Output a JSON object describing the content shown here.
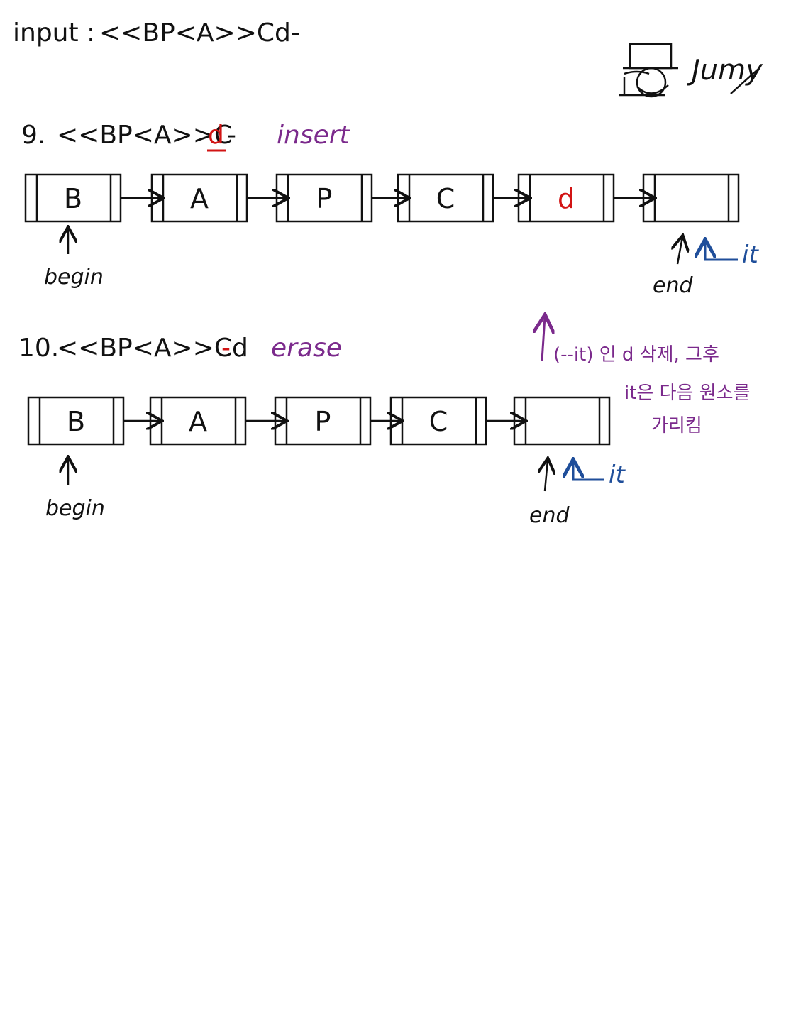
{
  "input_line": {
    "label": "input :",
    "sequence": "<<BP<A>>Cd-"
  },
  "logo": {
    "signature": "Jumy"
  },
  "steps": [
    {
      "number": "9.",
      "sequence_prefix": "<<BP<A>>C",
      "sequence_highlight": "d",
      "sequence_suffix": "-",
      "operation": "insert",
      "nodes": [
        "B",
        "A",
        "P",
        "C",
        "d",
        ""
      ],
      "highlight_node": 4,
      "begin_label": "begin",
      "end_label": "end",
      "it_label": "it"
    },
    {
      "number": "10.",
      "sequence_prefix": "<<BP<A>>Cd",
      "sequence_highlight": "-",
      "sequence_suffix": "",
      "operation": "erase",
      "nodes": [
        "B",
        "A",
        "P",
        "C",
        ""
      ],
      "begin_label": "begin",
      "end_label": "end",
      "it_label": "it"
    }
  ],
  "note": {
    "line1": "(--it) 인 d 삭제, 그후",
    "line2": "it은 다음 원소를",
    "line3": "가리킴"
  },
  "colors": {
    "ink": "#111111",
    "highlight": "#d21414",
    "operation": "#7b2a8c",
    "iterator": "#1f4e9a"
  }
}
